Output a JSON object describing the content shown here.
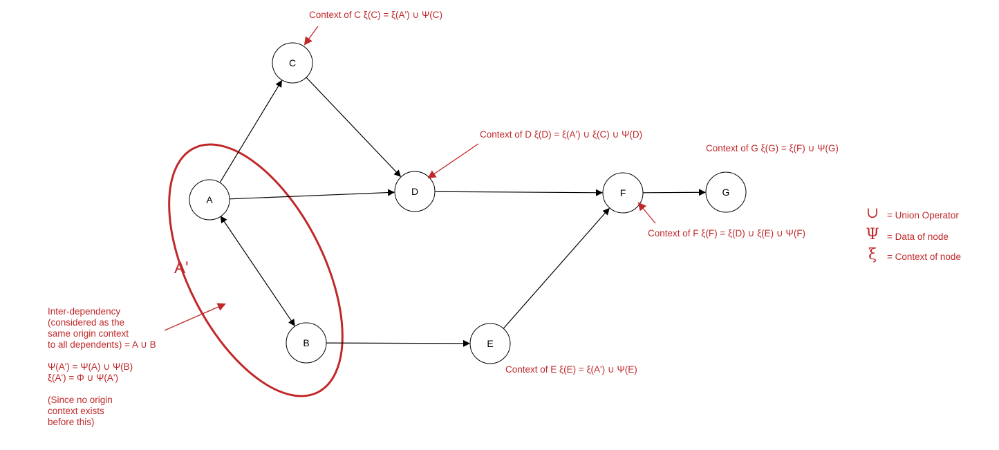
{
  "nodes": [
    {
      "id": "A",
      "label": "A"
    },
    {
      "id": "B",
      "label": "B"
    },
    {
      "id": "C",
      "label": "C"
    },
    {
      "id": "D",
      "label": "D"
    },
    {
      "id": "E",
      "label": "E"
    },
    {
      "id": "F",
      "label": "F"
    },
    {
      "id": "G",
      "label": "G"
    }
  ],
  "edges": [
    {
      "from": "A",
      "to": "C"
    },
    {
      "from": "A",
      "to": "D"
    },
    {
      "from": "C",
      "to": "D"
    },
    {
      "from": "A",
      "to": "B",
      "bidirectional": true
    },
    {
      "from": "B",
      "to": "E"
    },
    {
      "from": "D",
      "to": "F"
    },
    {
      "from": "E",
      "to": "F"
    },
    {
      "from": "F",
      "to": "G"
    }
  ],
  "group_label": "A'",
  "annotations": {
    "context_c": "Context of C ξ(C) = ξ(A') ∪ Ψ(C)",
    "context_d": "Context of D ξ(D) = ξ(A') ∪ ξ(C) ∪ Ψ(D)",
    "context_g": "Context of G ξ(G) = ξ(F) ∪ Ψ(G)",
    "context_f": "Context of F ξ(F) = ξ(D) ∪ ξ(E) ∪ Ψ(F)",
    "context_e": "Context of E ξ(E) = ξ(A') ∪ Ψ(E)",
    "interdep_lines": [
      "Inter-dependency",
      "(considered as the",
      "same origin context",
      "to all dependents) = A ∪ B",
      "",
      "Ψ(A') = Ψ(A) ∪ Ψ(B)",
      "ξ(A') = Φ ∪ Ψ(A')",
      "",
      "(Since no origin",
      "context exists",
      "before this)"
    ]
  },
  "legend": [
    {
      "symbol": "∪",
      "text": "= Union Operator"
    },
    {
      "symbol": "Ψ",
      "text": "= Data of node"
    },
    {
      "symbol": "ξ",
      "text": "= Context of node"
    }
  ],
  "colors": {
    "accent": "#c0282a",
    "node_stroke": "#000000",
    "edge": "#000000"
  }
}
